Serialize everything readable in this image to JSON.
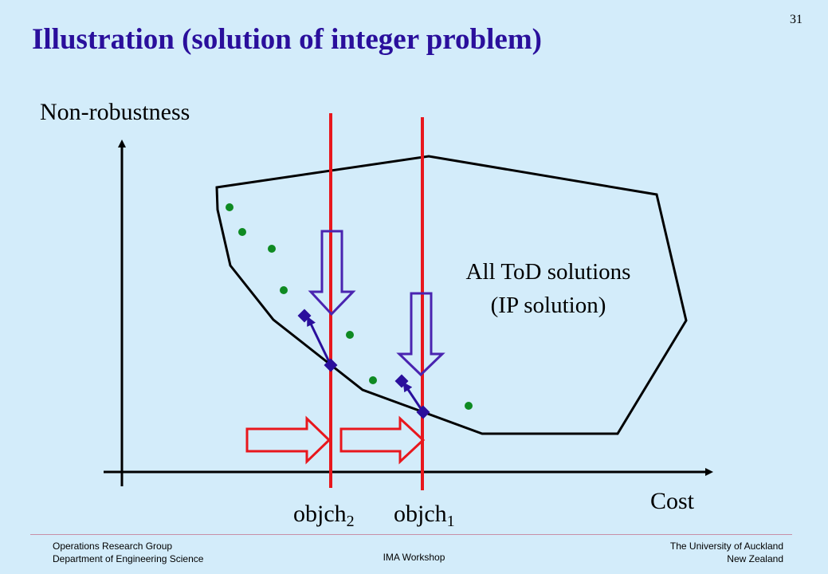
{
  "slide": {
    "title": "Illustration (solution of integer problem)",
    "page_number": "31"
  },
  "diagram": {
    "y_axis_label": "Non-robustness",
    "x_axis_label": "Cost",
    "region_label_line1": "All ToD solutions",
    "region_label_line2": "(IP solution)",
    "objch2": {
      "base": "objch",
      "sub": "2"
    },
    "objch1": {
      "base": "objch",
      "sub": "1"
    },
    "colors": {
      "constraint_lines": "#e8171d",
      "step_arrows": "#e8171d",
      "down_arrows": "#4a24b0",
      "solution_diamonds": "#2a0f9c",
      "integer_points": "#0e8a22",
      "region_outline": "#000000"
    }
  },
  "footer": {
    "left_line1": "Operations Research Group",
    "left_line2": "Department of Engineering Science",
    "center": "IMA Workshop",
    "right_line1": "The University of Auckland",
    "right_line2": "New Zealand"
  }
}
